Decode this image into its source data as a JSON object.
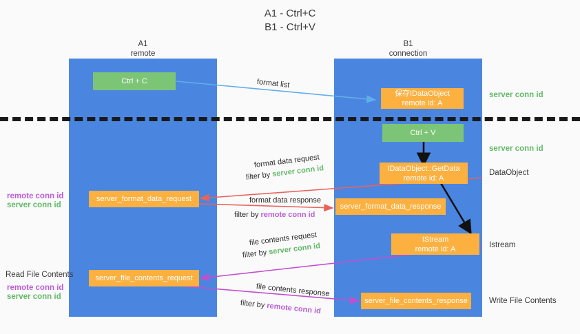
{
  "title": {
    "line1": "A1 - Ctrl+C",
    "line2": "B1 - Ctrl+V"
  },
  "lanes": {
    "a": {
      "name": "A1",
      "sub": "remote"
    },
    "b": {
      "name": "B1",
      "sub": "connection"
    }
  },
  "boxes": {
    "ctrl_c": {
      "label": "Ctrl + C"
    },
    "ctrl_v": {
      "label": "Ctrl + V"
    },
    "save_idataobject": {
      "line1": "保存IDataObject",
      "line2": "remote id: A"
    },
    "getdata": {
      "line1": "IDataObject::GetData",
      "line2": "remote id: A"
    },
    "istream": {
      "line1": "IStream",
      "line2": "remote id: A"
    },
    "server_format_data_request": {
      "label": "server_format_data_request"
    },
    "server_format_data_response": {
      "label": "server_format_data_response"
    },
    "server_file_contents_request": {
      "label": "server_file_contents_request"
    },
    "server_file_contents_response": {
      "label": "server_file_contents_response"
    }
  },
  "right_labels": {
    "server_conn_id_top": "server conn id",
    "server_conn_id_mid": "server conn id",
    "dataobject": "DataObject",
    "istream": "Istream",
    "write_file_contents": "Write File Contents"
  },
  "left_labels": {
    "remote_conn_id_1": "remote conn id",
    "server_conn_id_1": "server conn id",
    "read_file_contents": "Read File Contents",
    "remote_conn_id_2": "remote conn id",
    "server_conn_id_2": "server conn id"
  },
  "mid_labels": {
    "format_list": "format list",
    "format_data_request": "format data request",
    "filter_by_1": "filter by",
    "filter_by_1_target": "server conn id",
    "format_data_response": "format data response",
    "filter_by_2": "filter by",
    "filter_by_2_target": "remote conn id",
    "file_contents_request": "file contents request",
    "filter_by_3": "filter by",
    "filter_by_3_target": "server conn id",
    "file_contents_response": "file contents response",
    "filter_by_4": "filter by",
    "filter_by_4_target": "remote conn id"
  },
  "colors": {
    "lane": "#4a86e0",
    "green_box": "#7cc576",
    "orange_box": "#fbb040",
    "blue_arrow": "#62aee8",
    "red_arrow": "#e8635c",
    "magenta_arrow": "#c14fd0",
    "black_arrow": "#111111",
    "green_text": "#62b968",
    "purple_text": "#bb5ed6"
  }
}
